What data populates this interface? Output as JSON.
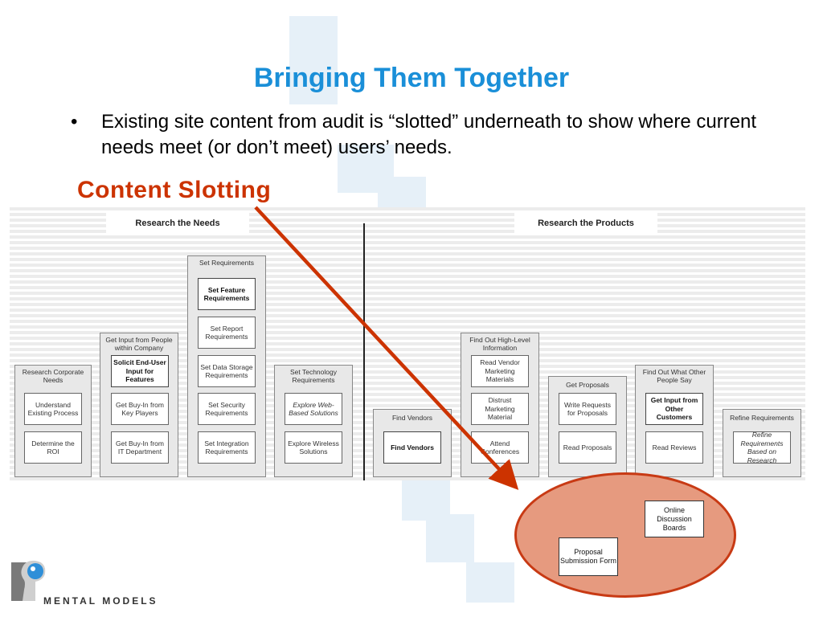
{
  "slide": {
    "title": "Bringing Them Together",
    "bullet_symbol": "•",
    "bullet_text": "Existing site content from audit is “slotted” underneath to show where current needs meet (or don’t meet) users’ needs.",
    "section_title": "Content Slotting"
  },
  "diagram": {
    "headers": {
      "left": "Research the Needs",
      "right": "Research the Products"
    },
    "columns": {
      "research_corporate_needs": {
        "label": "Research Corporate Needs",
        "tasks": [
          "Understand Existing Process",
          "Determine the ROI"
        ]
      },
      "get_input_from_people": {
        "label": "Get Input from People within Company",
        "tasks": [
          "Solicit End-User Input for Features",
          "Get Buy-In from Key Players",
          "Get Buy-In from IT Department"
        ]
      },
      "set_requirements": {
        "label": "Set Requirements",
        "tasks": [
          "Set Feature Requirements",
          "Set Report Requirements",
          "Set Data Storage Requirements",
          "Set Security Requirements",
          "Set Integration Requirements"
        ]
      },
      "set_technology_requirements": {
        "label": "Set Technology Requirements",
        "tasks": [
          "Explore Web-Based Solutions",
          "Explore Wireless Solutions"
        ]
      },
      "find_vendors": {
        "label": "Find Vendors",
        "tasks": [
          "Find Vendors"
        ]
      },
      "find_out_high_level": {
        "label": "Find Out High-Level Information",
        "tasks": [
          "Read Vendor Marketing Materials",
          "Distrust Marketing Material",
          "Attend Conferences"
        ]
      },
      "get_proposals": {
        "label": "Get Proposals",
        "tasks": [
          "Write Requests for Proposals",
          "Read Proposals"
        ]
      },
      "find_out_what_people_say": {
        "label": "Find Out What Other People Say",
        "tasks": [
          "Get Input from Other Customers",
          "Read Reviews"
        ]
      },
      "refine_requirements": {
        "label": "Refine Requirements",
        "tasks": [
          "Refine Requirements Based on Research"
        ]
      }
    }
  },
  "slotted_content": {
    "items": [
      "Online Discussion Boards",
      "Proposal Submission Form"
    ]
  },
  "logo": {
    "text": "MENTAL MODELS"
  },
  "colors": {
    "title": "#1a8fd8",
    "section_title": "#cc3300",
    "arrow": "#cc3300",
    "ellipse_fill": "#e69a7f",
    "ellipse_border": "#c83a14"
  }
}
